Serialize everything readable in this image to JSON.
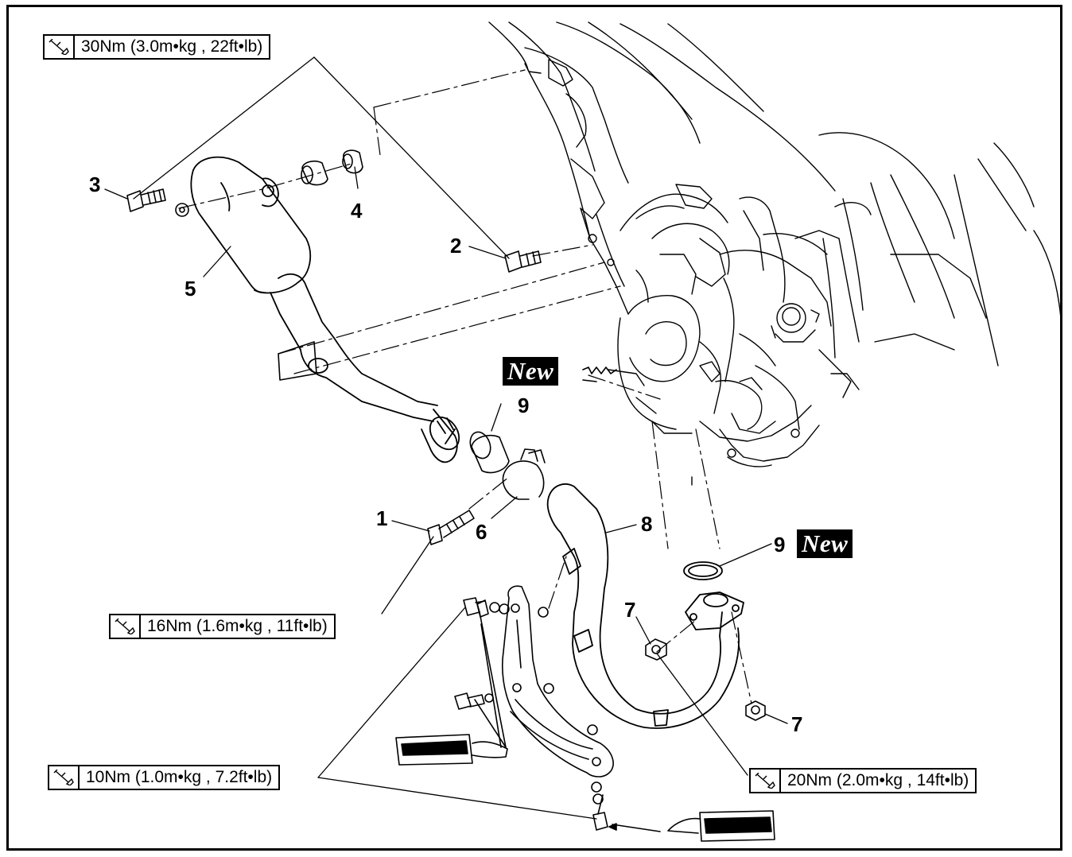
{
  "torque_specs": [
    {
      "label": "30Nm (3.0m•kg , 22ft•lb)"
    },
    {
      "label": "16Nm (1.6m•kg , 11ft•lb)"
    },
    {
      "label": "10Nm (1.0m•kg , 7.2ft•lb)"
    },
    {
      "label": "20Nm (2.0m•kg , 14ft•lb)"
    }
  ],
  "callouts": [
    "1",
    "2",
    "3",
    "4",
    "5",
    "6",
    "7",
    "7",
    "8",
    "9",
    "9"
  ],
  "badges": [
    "New",
    "New"
  ],
  "icons": {
    "torque": "torque-wrench-icon",
    "grease": "grease-gun-icon"
  }
}
